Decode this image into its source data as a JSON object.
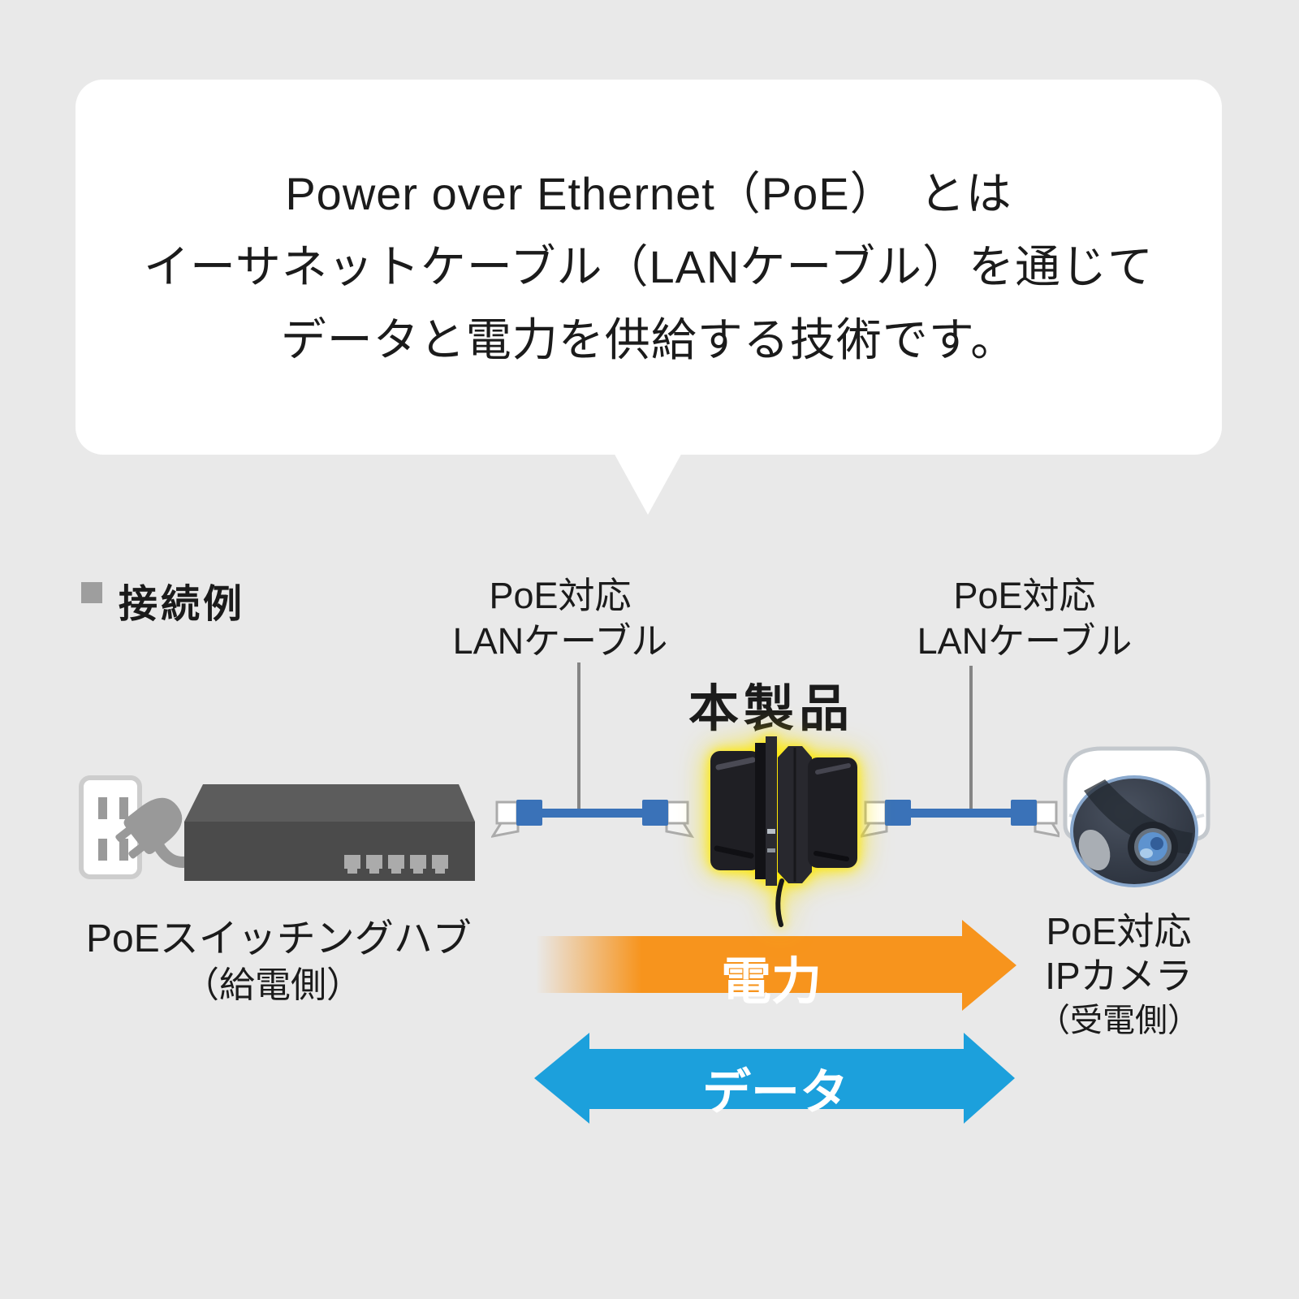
{
  "bubble": {
    "line1": "Power over Ethernet（PoE）　とは",
    "line2": "イーサネットケーブル（LANケーブル）を通じて",
    "line3": "データと電力を供給する技術です。"
  },
  "section_title": "接続例",
  "diagram": {
    "cable_label_left": {
      "line1": "PoE対応",
      "line2": "LANケーブル"
    },
    "cable_label_right": {
      "line1": "PoE対応",
      "line2": "LANケーブル"
    },
    "product_label": "本製品",
    "hub_label": {
      "line1": "PoEスイッチングハブ",
      "line2": "（給電側）"
    },
    "camera_label": {
      "line1": "PoE対応",
      "line2": "IPカメラ",
      "line3": "（受電側）"
    },
    "power_arrow_label": "電力",
    "data_arrow_label": "データ"
  },
  "colors": {
    "background": "#E9E9E9",
    "power_orange": "#F7941D",
    "data_blue": "#1CA0DC",
    "cable_blue": "#3A72B8",
    "glow_yellow": "#FFE800",
    "device_gray": "#4B4B4B"
  }
}
